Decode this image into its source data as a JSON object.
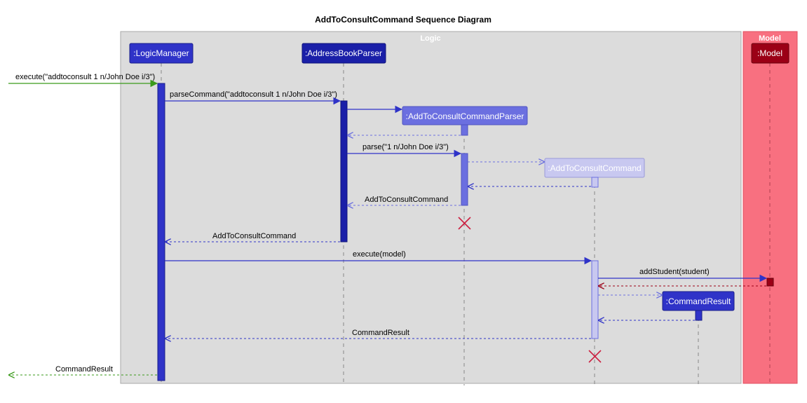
{
  "title": "AddToConsultCommand Sequence Diagram",
  "colors": {
    "logic_box_fill": "#dcdcdc",
    "logic_box_stroke": "#a8a8a8",
    "model_box_fill": "#f87080",
    "model_box_stroke": "#e05060",
    "logic_manager": "#2f33c8",
    "address_book_parser": "#1a1fa8",
    "parser_object": "#6b6fe0",
    "command_object": "#c8c8f0",
    "command_result": "#2f33c8",
    "model_object": "#9b0016",
    "external_arrow": "#3a9a1a",
    "destroy_mark": "#cc1f40"
  },
  "boxes": {
    "logic": "Logic",
    "model": "Model"
  },
  "participants": {
    "logic_manager": ":LogicManager",
    "address_book_parser": ":AddressBookParser",
    "parser": ":AddToConsultCommandParser",
    "command": ":AddToConsultCommand",
    "command_result": ":CommandResult",
    "model": ":Model"
  },
  "messages": {
    "execute_in": "execute(\"addtoconsult 1 n/John Doe i/3\")",
    "parse_command": "parseCommand(\"addtoconsult 1 n/John Doe i/3\")",
    "parse": "parse(\"1 n/John Doe i/3\")",
    "return_parser": "AddToConsultCommand",
    "return_abp": "AddToConsultCommand",
    "execute_model": "execute(model)",
    "add_student": "addStudent(student)",
    "return_command": "CommandResult",
    "return_out": "CommandResult"
  }
}
